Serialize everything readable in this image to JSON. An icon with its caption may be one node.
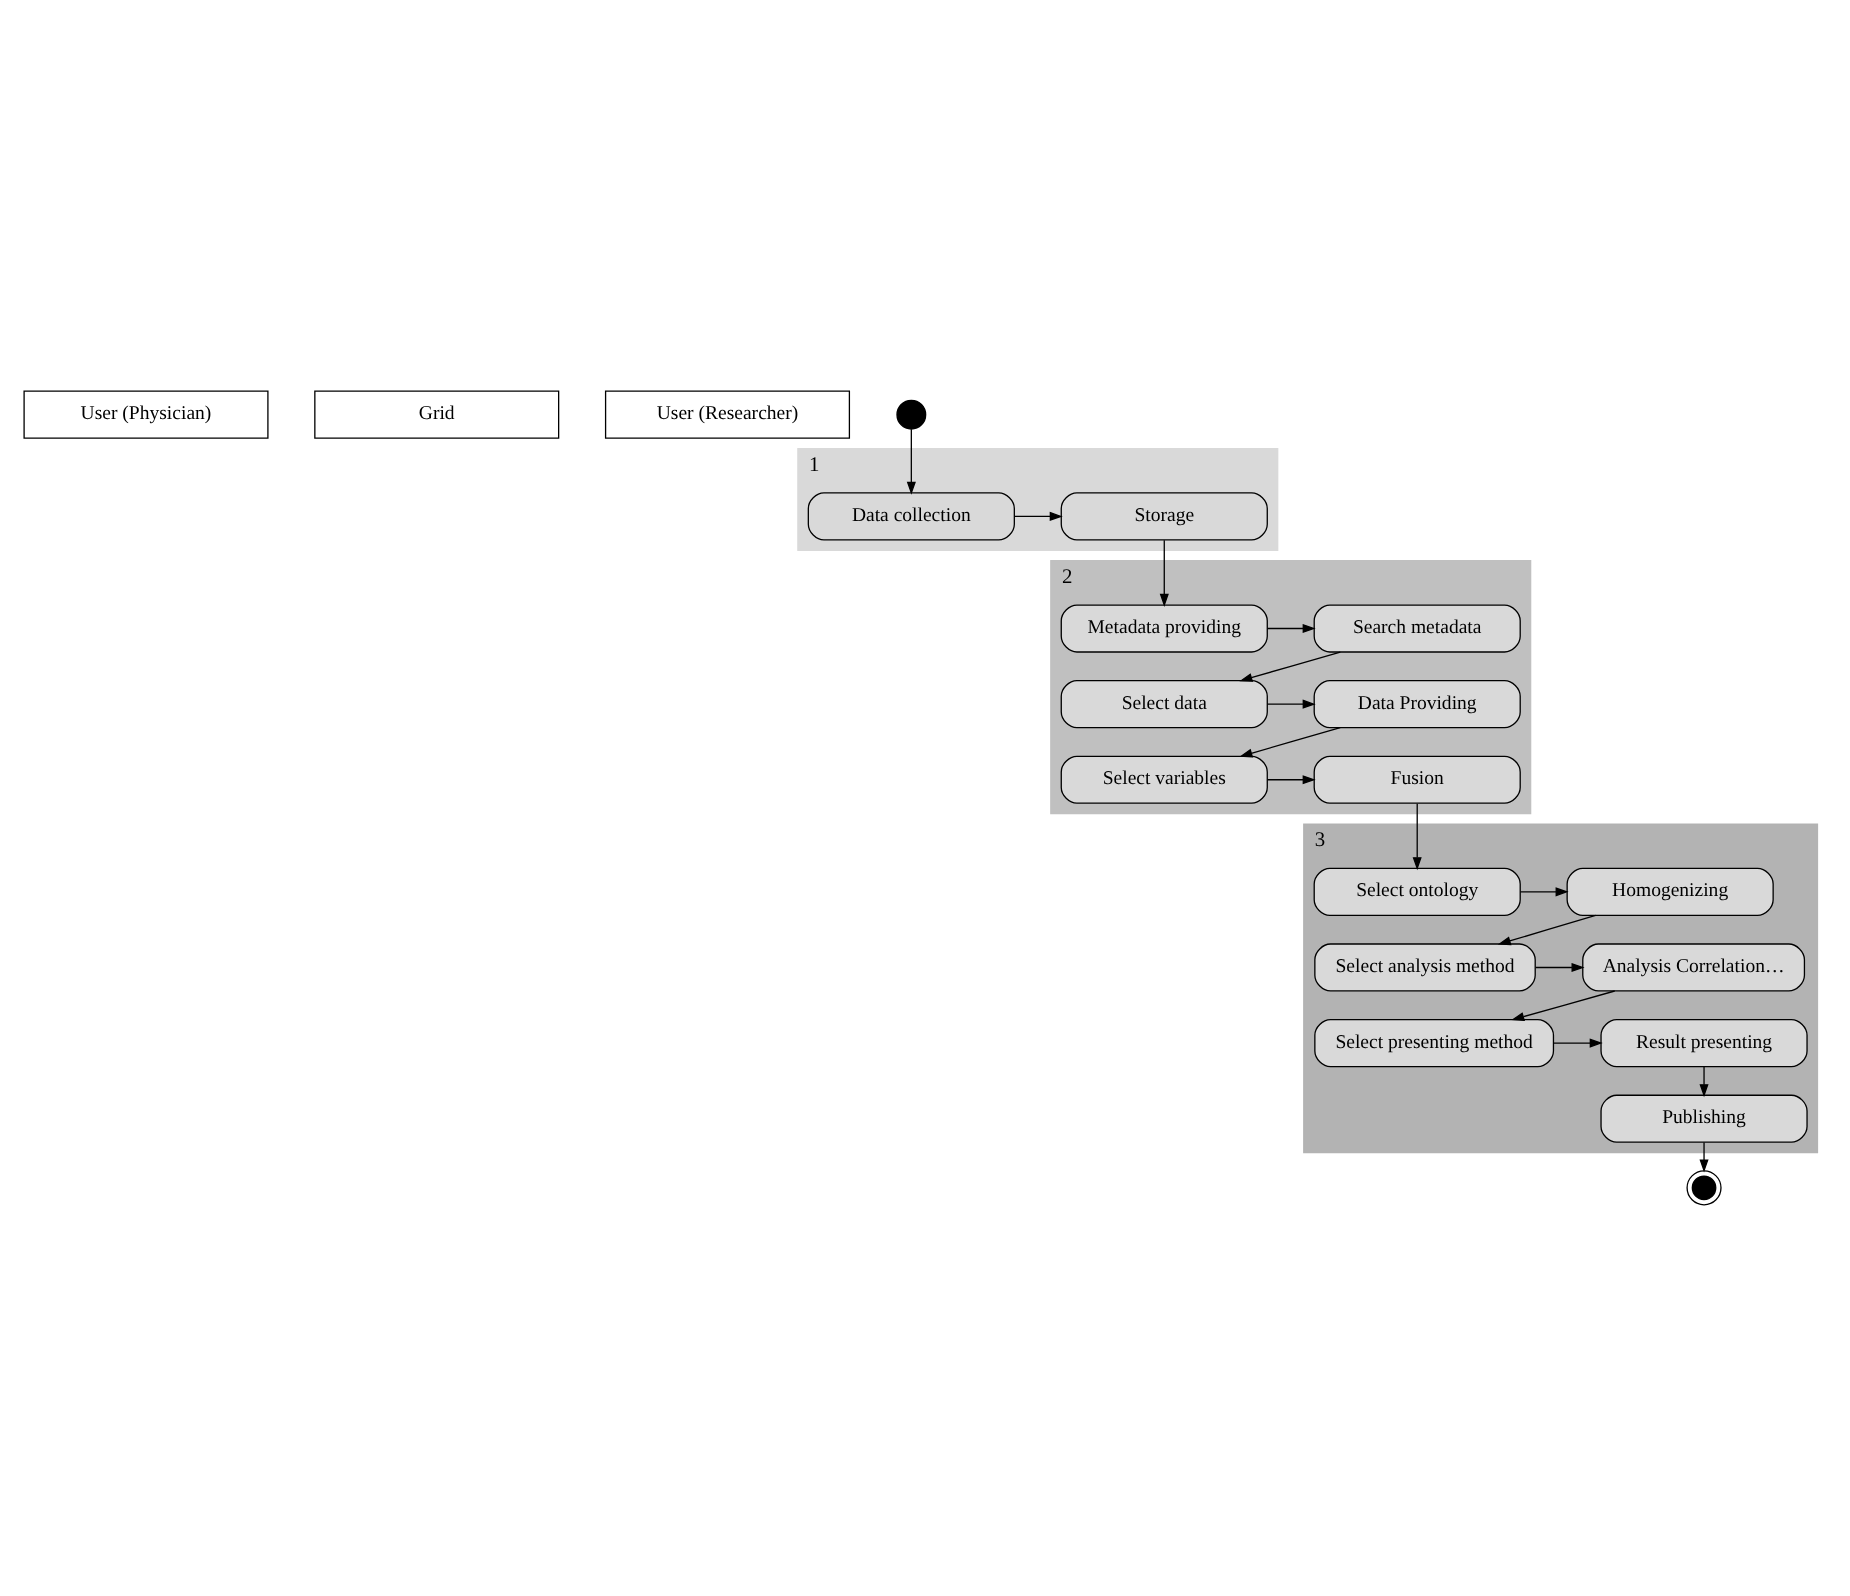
{
  "diagram": {
    "nodes": [
      {
        "text": [
          "User (Physician)"
        ]
      },
      {
        "text": [
          "Grid"
        ]
      },
      {
        "text": [
          "User (Researcher)"
        ]
      },
      {
        "text": [],
        "shape": "circle"
      },
      {
        "text": [
          "1"
        ]
      },
      {
        "text": [
          "Data collection"
        ],
        "in": 4
      },
      {
        "text": [
          "Storage"
        ],
        "in": 4
      },
      {
        "text": [
          "2"
        ]
      },
      {
        "text": [
          "Metadata providing"
        ],
        "in": 7
      },
      {
        "text": [
          "Search metadata"
        ],
        "in": 7
      },
      {
        "text": [
          "Select data"
        ],
        "in": 7
      },
      {
        "text": [
          "Data Providing"
        ],
        "in": 7
      },
      {
        "text": [
          "Select variables"
        ],
        "in": 7
      },
      {
        "text": [
          "Fusion"
        ],
        "in": 7
      },
      {
        "text": [
          "3"
        ]
      },
      {
        "text": [
          "Select ontology"
        ],
        "in": 14
      },
      {
        "text": [
          "Homogenizing"
        ],
        "in": 14
      },
      {
        "text": [
          "Select analysis method"
        ],
        "in": 14
      },
      {
        "text": [
          "Analysis Correlation…"
        ],
        "in": 14
      },
      {
        "text": [
          "Select presenting method"
        ],
        "in": 14
      },
      {
        "text": [
          "Result presenting"
        ],
        "in": 14
      },
      {
        "text": [
          "Publishing"
        ],
        "in": 14
      },
      {
        "text": [],
        "shape": "circle"
      }
    ],
    "edges": [
      {
        "from": 3,
        "to": 5,
        "arrow": "to"
      },
      {
        "from": 5,
        "to": 6,
        "arrow": "to"
      },
      {
        "from": 6,
        "to": 8,
        "arrow": "to"
      },
      {
        "from": 8,
        "to": 9,
        "arrow": "to"
      },
      {
        "from": 9,
        "to": 10,
        "arrow": "to"
      },
      {
        "from": 10,
        "to": 11,
        "arrow": "to"
      },
      {
        "from": 11,
        "to": 12,
        "arrow": "to"
      },
      {
        "from": 12,
        "to": 13,
        "arrow": "to"
      },
      {
        "from": 13,
        "to": 15,
        "arrow": "to"
      },
      {
        "from": 15,
        "to": 16,
        "arrow": "to"
      },
      {
        "from": 16,
        "to": 17,
        "arrow": "to"
      },
      {
        "from": 17,
        "to": 18,
        "arrow": "to"
      },
      {
        "from": 18,
        "to": 19,
        "arrow": "to"
      },
      {
        "from": 19,
        "to": 20,
        "arrow": "to"
      },
      {
        "from": 20,
        "to": 21,
        "arrow": "to"
      },
      {
        "from": 21,
        "to": 22,
        "arrow": "to"
      }
    ]
  }
}
